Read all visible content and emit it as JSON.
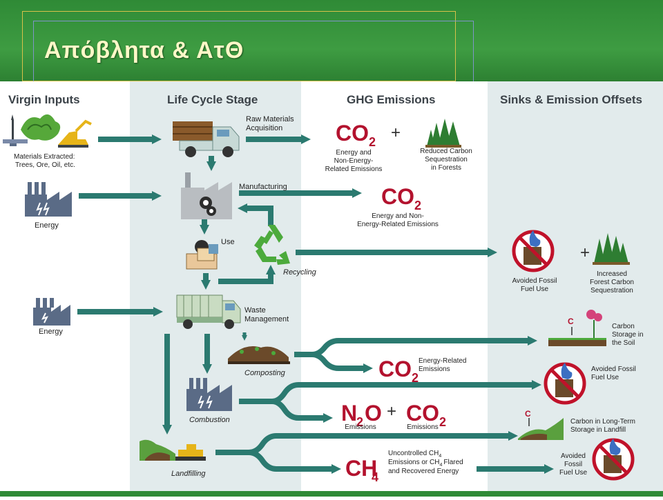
{
  "title": "Απόβλητα & ΑτΘ",
  "headers": {
    "virgin": "Virgin Inputs",
    "lifecycle": "Life Cycle Stage",
    "ghg": "GHG Emissions",
    "sinks": "Sinks & Emission Offsets"
  },
  "inputs": {
    "materials_1": "Materials Extracted:",
    "materials_2": "Trees, Ore, Oil, etc.",
    "energy1": "Energy",
    "energy2": "Energy"
  },
  "stages": {
    "raw_1": "Raw Materials",
    "raw_2": "Acquisition",
    "manufacturing": "Manufacturing",
    "use": "Use",
    "recycling": "Recycling",
    "waste_1": "Waste",
    "waste_2": "Management",
    "composting": "Composting",
    "combustion": "Combustion",
    "landfilling": "Landfilling"
  },
  "ghg": {
    "co2": "CO",
    "sub2": "2",
    "n2o_n": "N",
    "n2o_o": "O",
    "ch4_ch": "CH",
    "sub4": "4",
    "plus": "+",
    "raw_em_1": "Energy and",
    "raw_em_2": "Non-Energy-",
    "raw_em_3": "Related Emissions",
    "reduced_1": "Reduced Carbon",
    "reduced_2": "Sequestration",
    "reduced_3": "in Forests",
    "manu_em_1": "Energy and Non-",
    "manu_em_2": "Energy-Related Emissions",
    "energy_related_1": "Energy-Related",
    "energy_related_2": "Emissions",
    "emissions_a": "Emissions",
    "emissions_b": "Emissions",
    "ch4_text_1": "Uncontrolled CH",
    "ch4_text_2": "Emissions or CH",
    "ch4_text_3": "Flared",
    "ch4_text_4": "and Recovered Energy"
  },
  "sinks": {
    "avoided_a_1": "Avoided Fossil",
    "avoided_a_2": "Fuel Use",
    "increased_1": "Increased",
    "increased_2": "Forest Carbon",
    "increased_3": "Sequestration",
    "soil_1": "Carbon",
    "soil_2": "Storage in",
    "soil_3": "the Soil",
    "avoided_b_1": "Avoided Fossil",
    "avoided_b_2": "Fuel Use",
    "landfill_1": "Carbon in Long-Term",
    "landfill_2": "Storage in Landfill",
    "avoided_c_1": "Avoided",
    "avoided_c_2": "Fossil",
    "avoided_c_3": "Fuel Use",
    "c_label": "C"
  },
  "colors": {
    "arrow": "#2b7a70",
    "panel": "#e2ebec",
    "header_text": "#3b4248",
    "gas": "#b3122e",
    "banner": "#2f8a36"
  }
}
